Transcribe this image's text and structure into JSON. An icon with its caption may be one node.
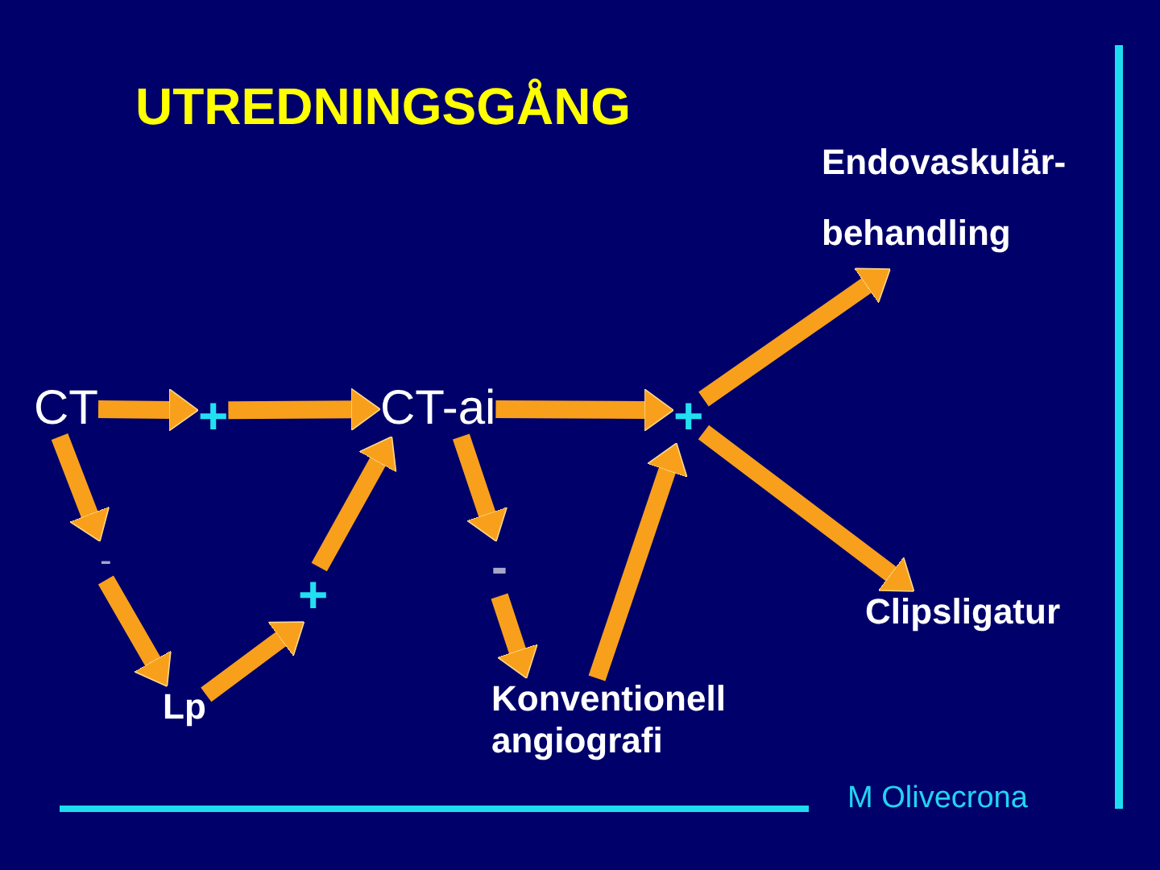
{
  "diagram": {
    "title": "UTREDNINGSGÅNG",
    "nodes": [
      {
        "text": [
          "CT"
        ]
      },
      {
        "text": [
          "+"
        ]
      },
      {
        "text": [
          "CT-ai"
        ]
      },
      {
        "text": [
          "+"
        ]
      },
      {
        "text": [
          "Endovaskulär- behandling"
        ]
      },
      {
        "text": [
          "Clipsligatur"
        ]
      },
      {
        "text": [
          "-"
        ]
      },
      {
        "text": [
          "Lp"
        ]
      },
      {
        "text": [
          "+"
        ]
      },
      {
        "text": [
          "-"
        ]
      },
      {
        "text": [
          "Konventionell angiografi"
        ]
      }
    ],
    "edges": [
      {
        "from": 0,
        "to": 1,
        "arrow": "to"
      },
      {
        "from": 1,
        "to": 2,
        "arrow": "to"
      },
      {
        "from": 2,
        "to": 3,
        "arrow": "to"
      },
      {
        "from": 3,
        "to": 4,
        "arrow": "to"
      },
      {
        "from": 3,
        "to": 5,
        "arrow": "to"
      },
      {
        "from": 0,
        "to": 6,
        "arrow": "to"
      },
      {
        "from": 6,
        "to": 7,
        "arrow": "to"
      },
      {
        "from": 7,
        "to": 8,
        "arrow": "to"
      },
      {
        "from": 8,
        "to": 2,
        "arrow": "to"
      },
      {
        "from": 2,
        "to": 9,
        "arrow": "to"
      },
      {
        "from": 9,
        "to": 10,
        "arrow": "to"
      },
      {
        "from": 10,
        "to": 3,
        "arrow": "to"
      }
    ],
    "labels": [
      "M Olivecrona"
    ]
  }
}
